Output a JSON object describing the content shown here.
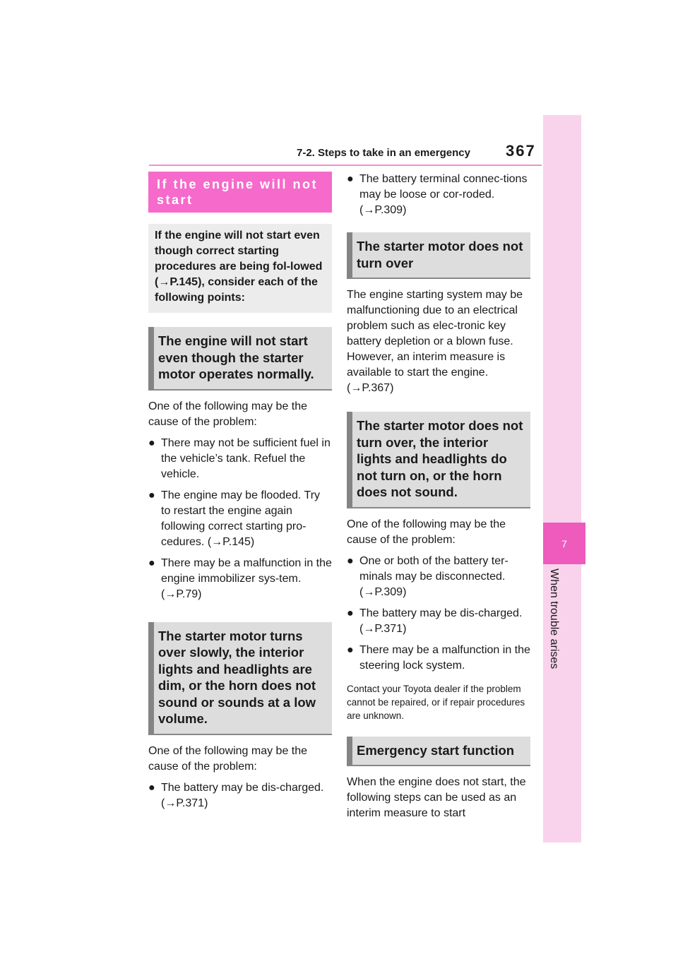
{
  "header": {
    "section": "7-2. Steps to take in an emergency",
    "page_number": "367"
  },
  "side_tab": {
    "number": "7",
    "label": "When trouble arises"
  },
  "left": {
    "section_title": "If the engine will not start",
    "intro": "If the engine will not start even though correct starting procedures are being fol-lowed (→P.145), consider each of the following points:",
    "sub1": {
      "heading": "The engine will not start even though the starter motor operates normally.",
      "para": "One of the following may be the cause of the problem:",
      "bullets": [
        "There may not be sufficient fuel in the vehicle’s tank. Refuel the vehicle.",
        "The engine may be flooded. Try to restart the engine again following correct starting pro-cedures. (→P.145)",
        "There may be a malfunction in the engine immobilizer sys-tem. (→P.79)"
      ]
    },
    "sub2": {
      "heading": "The starter motor turns over slowly, the interior lights and headlights are dim, or the horn does not sound or sounds at a low volume.",
      "para": "One of the following may be the cause of the problem:",
      "bullets": [
        "The battery may be dis-charged. (→P.371)"
      ]
    }
  },
  "right": {
    "top_bullet": "The battery terminal connec-tions may be loose or cor-roded. (→P.309)",
    "sub3": {
      "heading": "The starter motor does not turn over",
      "para": "The engine starting system may be malfunctioning due to an electrical problem such as elec-tronic key battery depletion or a blown fuse. However, an interim measure is available to start the engine. (→P.367)"
    },
    "sub4": {
      "heading": "The starter motor does not turn over, the interior lights and headlights do not turn on, or the horn does not sound.",
      "para": "One of the following may be the cause of the problem:",
      "bullets": [
        "One or both of the battery ter-minals may be disconnected. (→P.309)",
        "The battery may be dis-charged. (→P.371)",
        "There may be a malfunction in the steering lock system."
      ],
      "note": "Contact your Toyota dealer if the problem cannot be repaired, or if repair procedures are unknown."
    },
    "sub5": {
      "heading": "Emergency start function",
      "para": "When the engine does not start, the following steps can be used as an interim measure to start"
    }
  }
}
